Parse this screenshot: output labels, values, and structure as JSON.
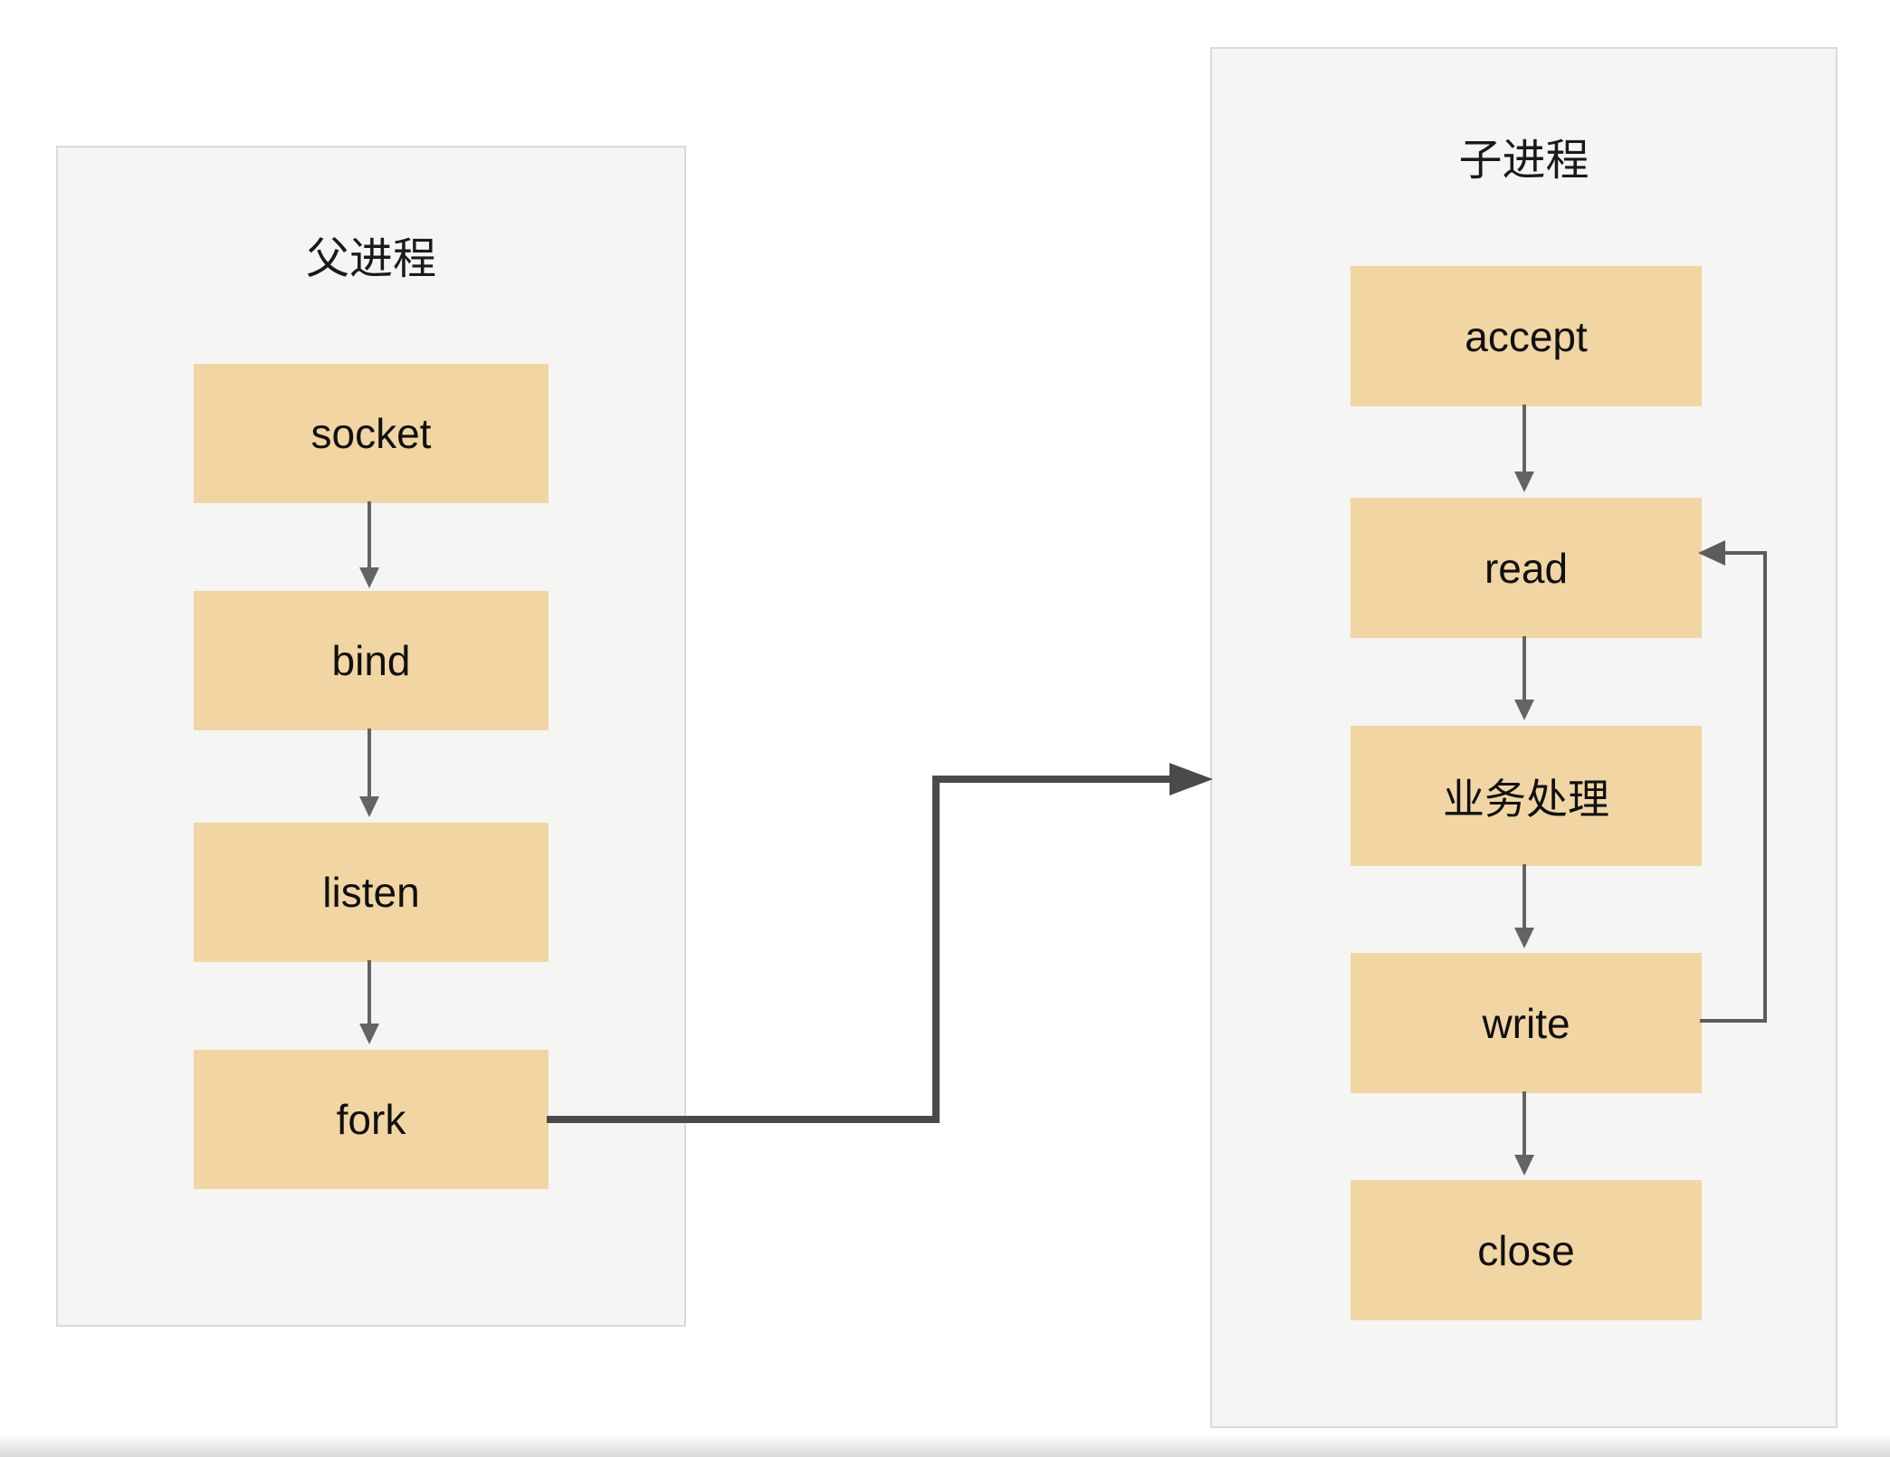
{
  "colors": {
    "box_fill": "#f1d6a4",
    "panel_fill": "#f5f5f3",
    "panel_border": "#d9d9d7",
    "arrow_gray": "#646464",
    "loop_arrow_gray": "#5c5c5c",
    "connector_dark_gray": "#4a4a4a",
    "text": "#141414",
    "page_background": "#ffffff"
  },
  "parent_panel": {
    "title": "父进程",
    "boxes": [
      {
        "id": "socket",
        "label": "socket"
      },
      {
        "id": "bind",
        "label": "bind"
      },
      {
        "id": "listen",
        "label": "listen"
      },
      {
        "id": "fork",
        "label": "fork"
      }
    ]
  },
  "child_panel": {
    "title": "子进程",
    "boxes": [
      {
        "id": "accept",
        "label": "accept"
      },
      {
        "id": "read",
        "label": "read"
      },
      {
        "id": "biz",
        "label": "业务处理"
      },
      {
        "id": "write",
        "label": "write"
      },
      {
        "id": "close",
        "label": "close"
      }
    ]
  },
  "connections": [
    {
      "from": "socket",
      "to": "bind",
      "style": "thin-down-arrow"
    },
    {
      "from": "bind",
      "to": "listen",
      "style": "thin-down-arrow"
    },
    {
      "from": "listen",
      "to": "fork",
      "style": "thin-down-arrow"
    },
    {
      "from": "fork",
      "to": "child-panel",
      "style": "thick-elbow-arrow"
    },
    {
      "from": "accept",
      "to": "read",
      "style": "thin-down-arrow"
    },
    {
      "from": "read",
      "to": "业务处理",
      "style": "thin-down-arrow"
    },
    {
      "from": "业务处理",
      "to": "write",
      "style": "thin-down-arrow"
    },
    {
      "from": "write",
      "to": "close",
      "style": "thin-down-arrow"
    },
    {
      "from": "write",
      "to": "read",
      "style": "loop-back-arrow"
    }
  ]
}
